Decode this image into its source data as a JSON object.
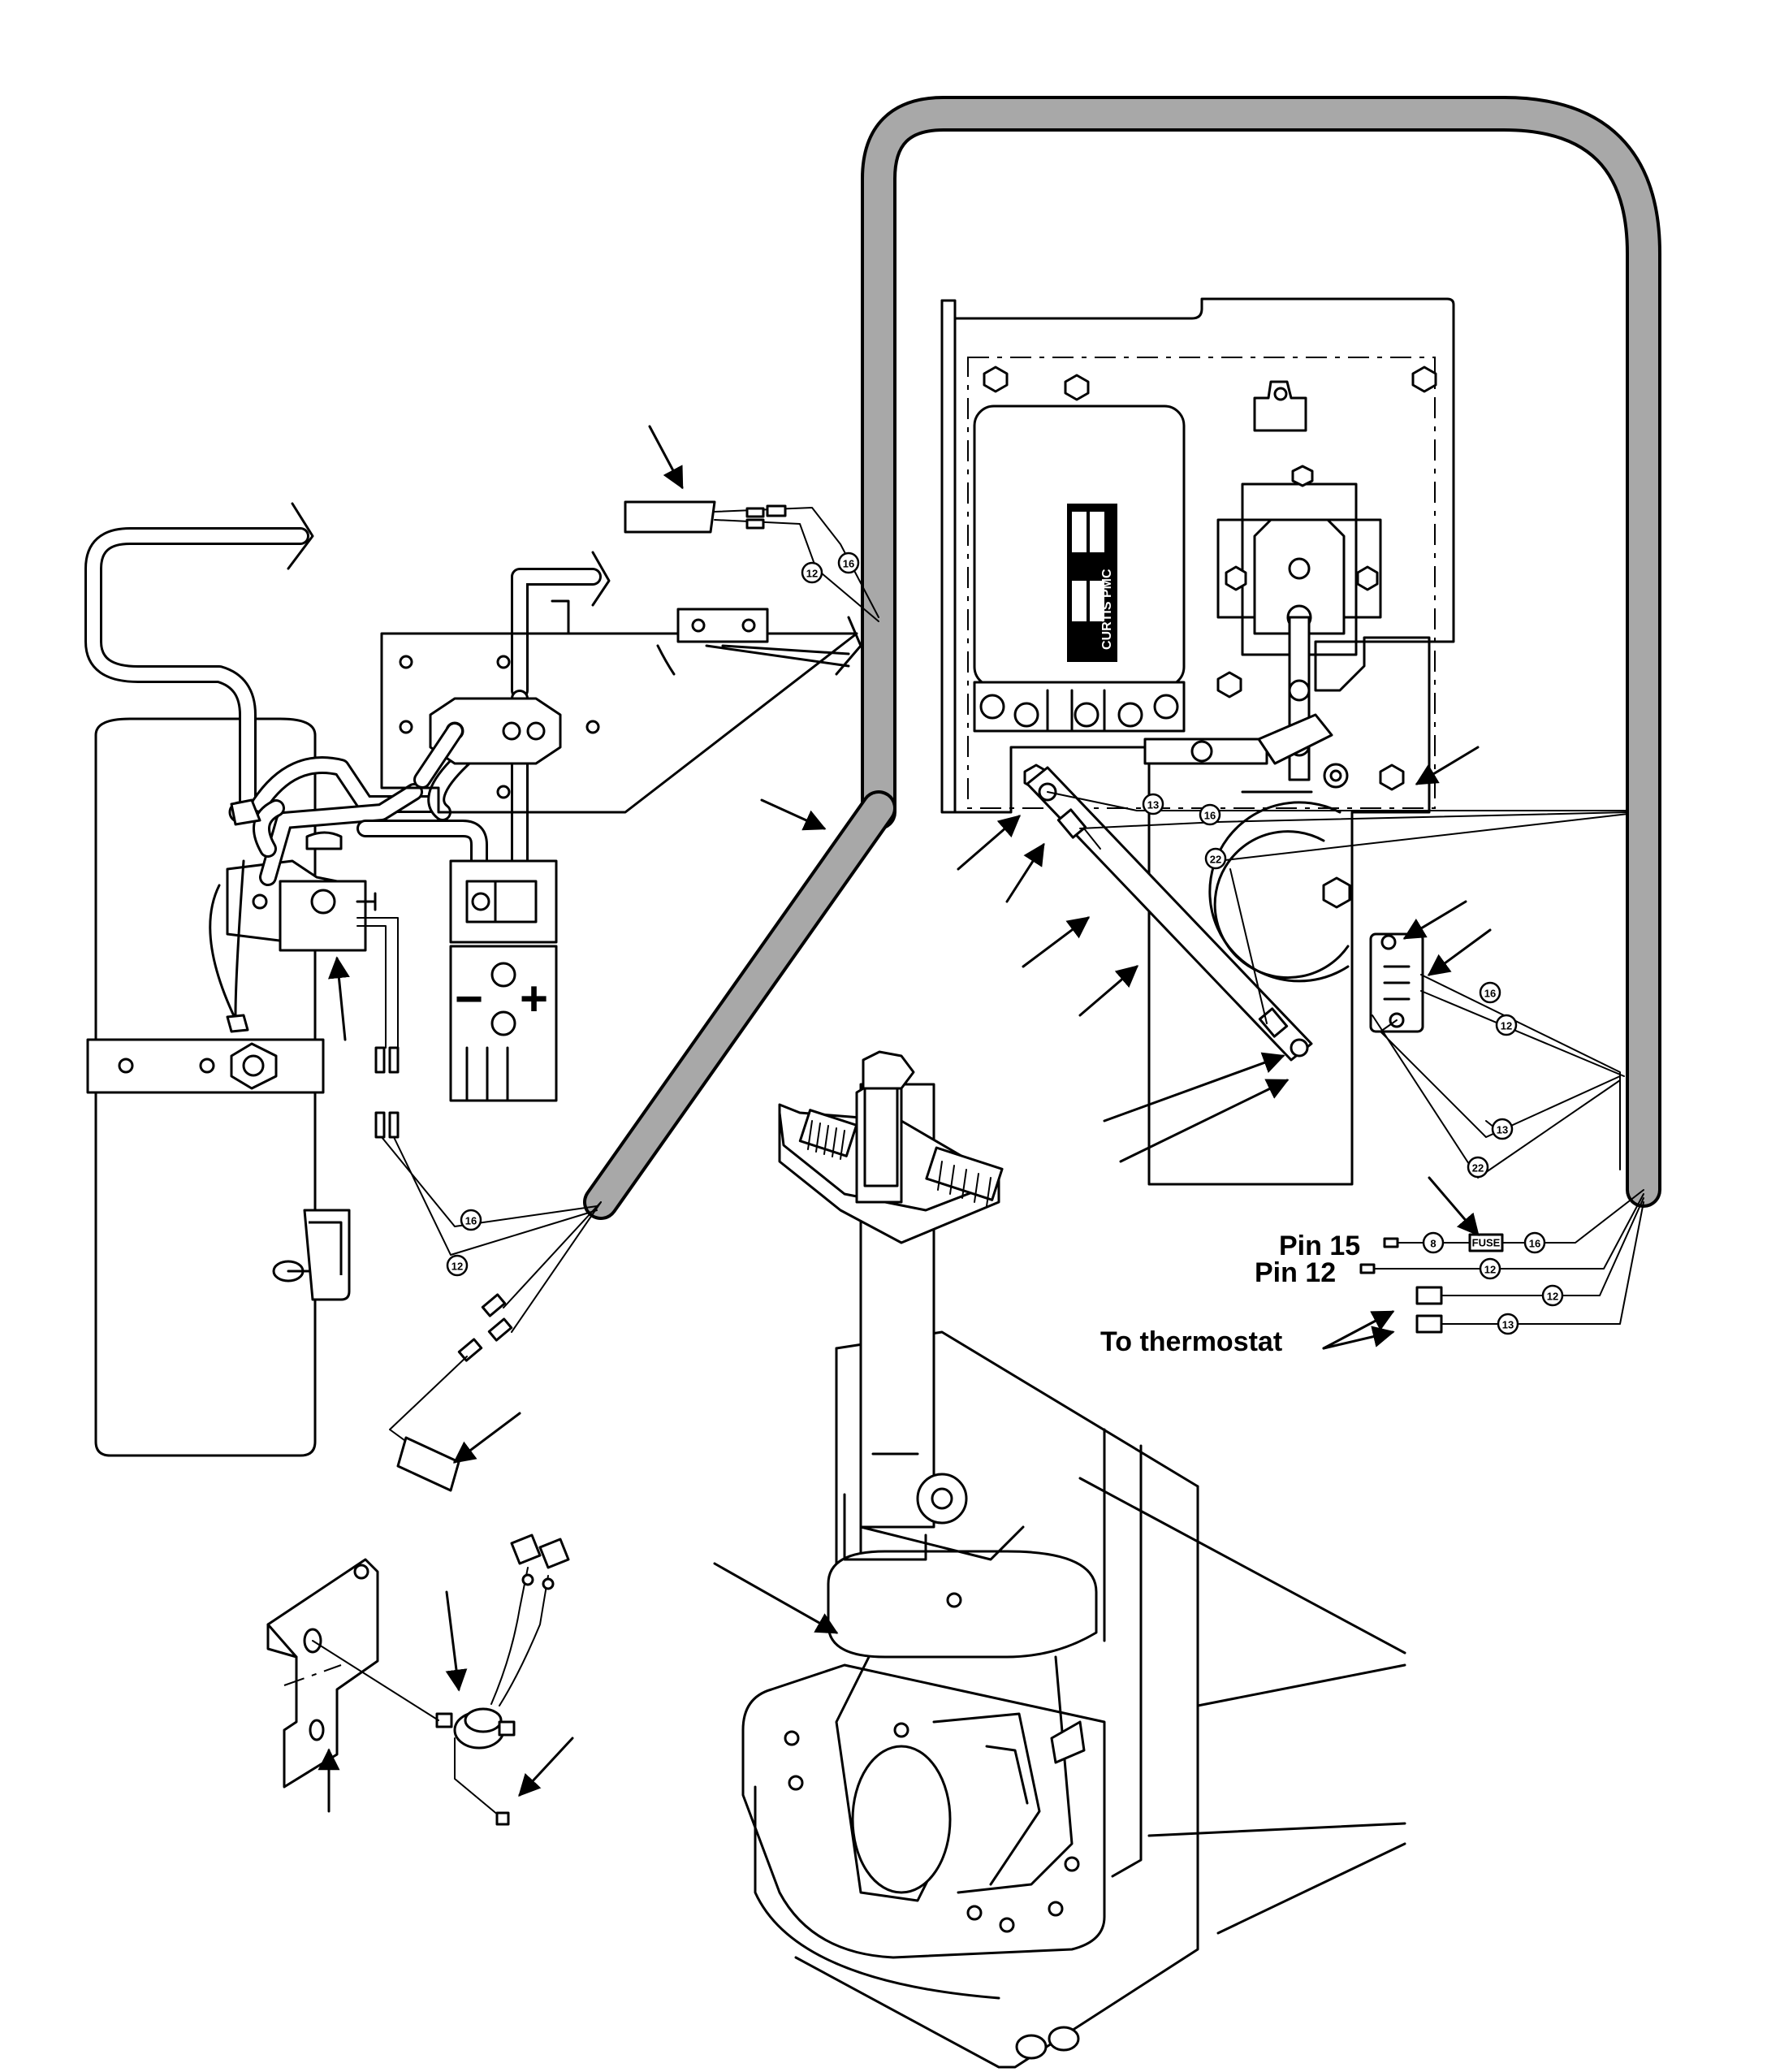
{
  "labels": {
    "pin15": "Pin 15",
    "pin12": "Pin 12",
    "thermostat": "To thermostat",
    "fuse": "FUSE",
    "controller_brand": "CURTIS PMC",
    "battery_minus": "−",
    "battery_plus": "+"
  },
  "callouts": [
    {
      "id": "c-top-12",
      "n": "12"
    },
    {
      "id": "c-top-16",
      "n": "16"
    },
    {
      "id": "c-left-16",
      "n": "16"
    },
    {
      "id": "c-left-12",
      "n": "12"
    },
    {
      "id": "c-panel-13",
      "n": "13"
    },
    {
      "id": "c-panel-16",
      "n": "16"
    },
    {
      "id": "c-panel-22",
      "n": "22"
    },
    {
      "id": "c-relay-16",
      "n": "16"
    },
    {
      "id": "c-relay-12",
      "n": "12"
    },
    {
      "id": "c-relay-13",
      "n": "13"
    },
    {
      "id": "c-relay-22",
      "n": "22"
    },
    {
      "id": "c-pin15-8",
      "n": "8"
    },
    {
      "id": "c-pin15-16",
      "n": "16"
    },
    {
      "id": "c-pin12-12",
      "n": "12"
    },
    {
      "id": "c-therm-12",
      "n": "12"
    },
    {
      "id": "c-therm-13",
      "n": "13"
    }
  ]
}
